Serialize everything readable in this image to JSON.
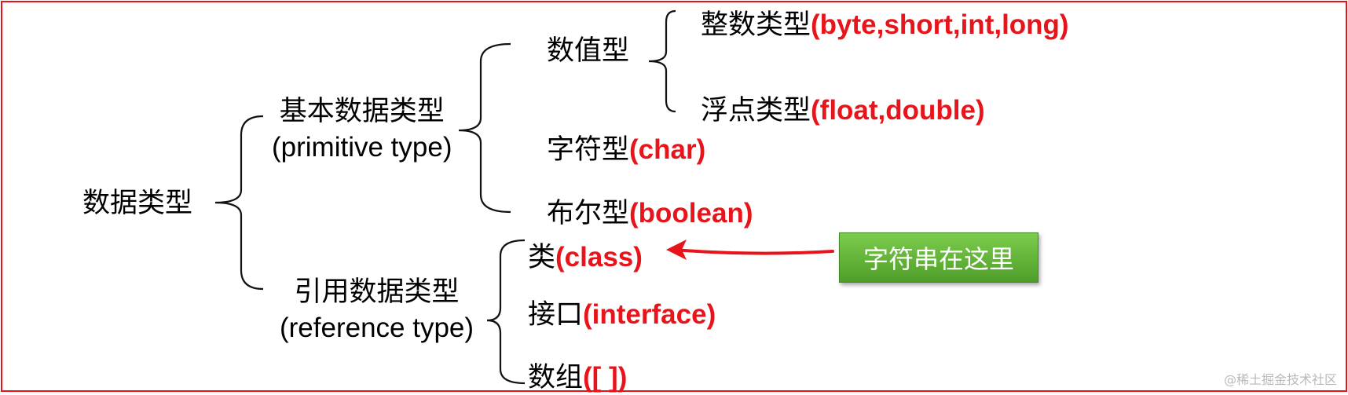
{
  "root": {
    "label": "数据类型"
  },
  "primitive": {
    "label_zh": "基本数据类型",
    "label_en": "(primitive type)",
    "numeric": {
      "label": "数值型",
      "integer": {
        "label": "整数类型",
        "types": "(byte,short,int,long)"
      },
      "floating": {
        "label": "浮点类型",
        "types": "(float,double)"
      }
    },
    "char": {
      "label": "字符型",
      "types": "(char)"
    },
    "boolean": {
      "label": "布尔型",
      "types": "(boolean)"
    }
  },
  "reference": {
    "label_zh": "引用数据类型",
    "label_en": "(reference type)",
    "class": {
      "label": "类",
      "types": "(class)"
    },
    "interface": {
      "label": "接口",
      "types": "(interface)"
    },
    "array": {
      "label": "数组",
      "types": "([ ])"
    }
  },
  "callout": {
    "text": "字符串在这里"
  },
  "watermark": "@稀土掘金技术社区",
  "colors": {
    "accent": "#e8141b",
    "callout_green": "#5aab33",
    "bracket": "#111111"
  }
}
